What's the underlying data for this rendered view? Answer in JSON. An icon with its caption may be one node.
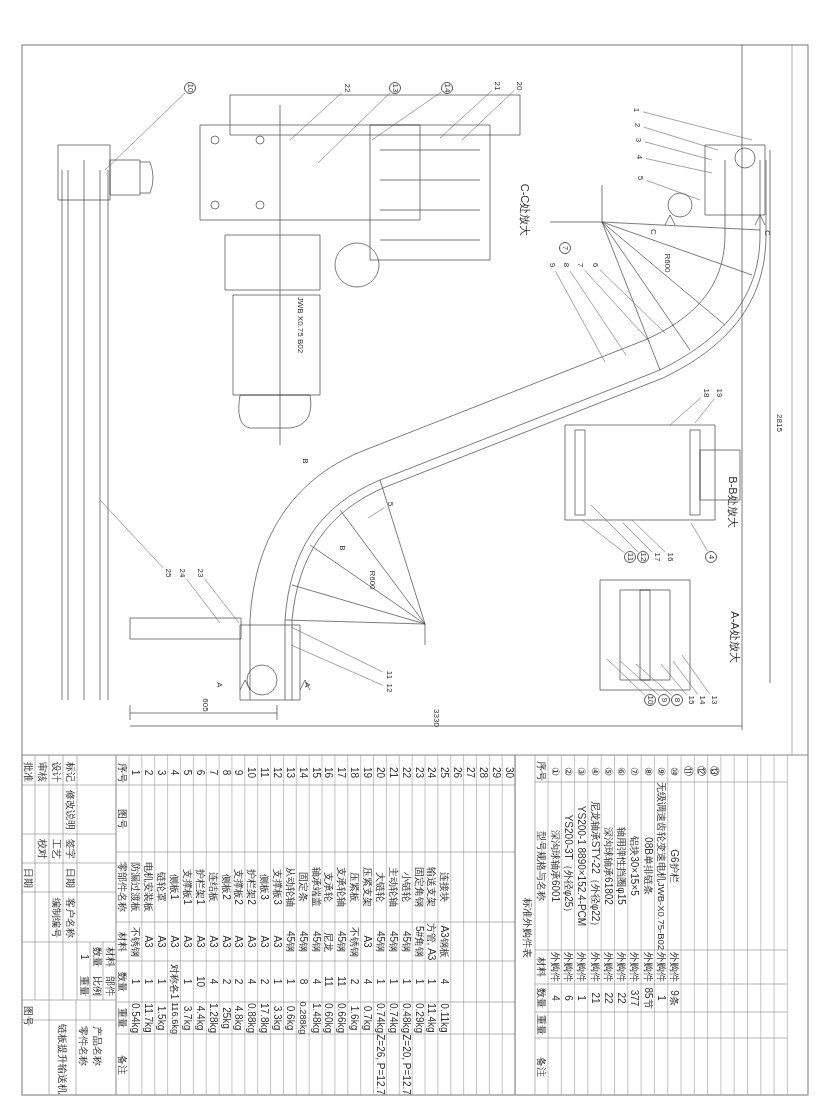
{
  "diagram": {
    "nodes": [
      {
        "text": [
          "10"
        ]
      },
      {
        "text": [
          "22"
        ]
      },
      {
        "text": [
          "13"
        ]
      },
      {
        "text": [
          "14"
        ]
      },
      {
        "text": [
          "21"
        ]
      },
      {
        "text": [
          "20"
        ]
      },
      {
        "text": [
          "1"
        ]
      },
      {
        "text": [
          "2"
        ]
      },
      {
        "text": [
          "3"
        ]
      },
      {
        "text": [
          "4"
        ]
      },
      {
        "text": [
          "5"
        ]
      },
      {
        "text": [
          "9"
        ]
      },
      {
        "text": [
          "8"
        ]
      },
      {
        "text": [
          "7"
        ]
      },
      {
        "text": [
          "6"
        ]
      },
      {
        "text": [
          "5"
        ]
      },
      {
        "text": [
          "25"
        ]
      },
      {
        "text": [
          "24"
        ]
      },
      {
        "text": [
          "23"
        ]
      },
      {
        "text": [
          "11"
        ]
      },
      {
        "text": [
          "12"
        ]
      },
      {
        "text": [
          "18"
        ]
      },
      {
        "text": [
          "19"
        ]
      },
      {
        "text": [
          "11"
        ]
      },
      {
        "text": [
          "12"
        ]
      },
      {
        "text": [
          "17"
        ]
      },
      {
        "text": [
          "16"
        ]
      },
      {
        "text": [
          "4"
        ]
      },
      {
        "text": [
          "10"
        ]
      },
      {
        "text": [
          "9"
        ]
      },
      {
        "text": [
          "8"
        ]
      },
      {
        "text": [
          "15"
        ]
      },
      {
        "text": [
          "14"
        ]
      },
      {
        "text": [
          "13"
        ]
      },
      {
        "text": [
          "7"
        ]
      }
    ],
    "edges": [
      {
        "from": 0,
        "to": null,
        "arrow": "none"
      },
      {
        "from": 1,
        "to": null,
        "arrow": "none"
      },
      {
        "from": 2,
        "to": null,
        "arrow": "none"
      },
      {
        "from": 3,
        "to": null,
        "arrow": "none"
      },
      {
        "from": 4,
        "to": null,
        "arrow": "none"
      },
      {
        "from": 5,
        "to": null,
        "arrow": "none"
      },
      {
        "from": 6,
        "to": null,
        "arrow": "none"
      },
      {
        "from": 7,
        "to": null,
        "arrow": "none"
      },
      {
        "from": 8,
        "to": null,
        "arrow": "none"
      },
      {
        "from": 9,
        "to": null,
        "arrow": "none"
      },
      {
        "from": 10,
        "to": null,
        "arrow": "none"
      },
      {
        "from": 11,
        "to": null,
        "arrow": "none"
      },
      {
        "from": 12,
        "to": null,
        "arrow": "none"
      },
      {
        "from": 13,
        "to": null,
        "arrow": "none"
      },
      {
        "from": 14,
        "to": null,
        "arrow": "none"
      },
      {
        "from": 15,
        "to": null,
        "arrow": "none"
      },
      {
        "from": 16,
        "to": null,
        "arrow": "none"
      },
      {
        "from": 17,
        "to": null,
        "arrow": "none"
      },
      {
        "from": 18,
        "to": null,
        "arrow": "none"
      },
      {
        "from": 19,
        "to": null,
        "arrow": "none"
      },
      {
        "from": 20,
        "to": null,
        "arrow": "none"
      },
      {
        "from": 21,
        "to": null,
        "arrow": "none"
      },
      {
        "from": 22,
        "to": null,
        "arrow": "none"
      },
      {
        "from": 23,
        "to": null,
        "arrow": "none"
      },
      {
        "from": 24,
        "to": null,
        "arrow": "none"
      },
      {
        "from": 25,
        "to": null,
        "arrow": "none"
      },
      {
        "from": 26,
        "to": null,
        "arrow": "none"
      },
      {
        "from": 27,
        "to": null,
        "arrow": "none"
      },
      {
        "from": 28,
        "to": null,
        "arrow": "none"
      },
      {
        "from": 29,
        "to": null,
        "arrow": "none"
      },
      {
        "from": 30,
        "to": null,
        "arrow": "none"
      },
      {
        "from": 31,
        "to": null,
        "arrow": "none"
      },
      {
        "from": 32,
        "to": null,
        "arrow": "none"
      },
      {
        "from": 33,
        "to": null,
        "arrow": "none"
      }
    ],
    "labels": [
      "C-C处放大",
      "B-B处放大",
      "A-A处放大",
      "JWB X0.75 B02",
      "R600",
      "R600",
      "605",
      "3330",
      "2815",
      "C",
      "C",
      "B",
      "B",
      "A",
      "A",
      "标准外购件表",
      "序号",
      "型号规格与名称",
      "材料",
      "数量",
      "重量",
      "备注",
      "①",
      "深沟球轴承6001",
      "外购件",
      "4",
      "②",
      "YS200-3T（外径φ25）",
      "外购件",
      "6",
      "③",
      "YS200-1 8890×152.4-PCM",
      "外购件",
      "1",
      "④",
      "尼龙轴承STY-22（外径φ22）",
      "外购件",
      "21",
      "⑤",
      "深沟球轴承61802",
      "外购件",
      "22",
      "⑥",
      "轴用弹性挡圈φ15",
      "外购件",
      "22",
      "⑦",
      "铝块30×15×5",
      "外购件",
      "377",
      "⑧",
      "08B单排链条",
      "外购件",
      "85节",
      "⑨",
      "无级调速齿轮变速电机JWB-X0.75-B02",
      "外购件",
      "1",
      "⑩",
      "G6护栏",
      "外购件",
      "9条",
      "⑪",
      "⑫",
      "⑬",
      "序号",
      "图号",
      "零部件名称",
      "材料",
      "数量",
      "重量",
      "备注",
      "1",
      "防漏过渡板",
      "不锈钢",
      "1",
      "0.54kg",
      "2",
      "电机安装板",
      "A3",
      "1",
      "11.7kg",
      "3",
      "链轮罩",
      "A3",
      "1",
      "1.5kg",
      "4",
      "侧板1",
      "A3",
      "对称各1",
      "116.6kg",
      "5",
      "支撑板1",
      "A3",
      "1",
      "3.7kg",
      "6",
      "护栏架1",
      "A3",
      "10",
      "4.4kg",
      "7",
      "连结板",
      "A3",
      "4",
      "1.28kg",
      "8",
      "侧板2",
      "A3",
      "2",
      "25kg",
      "9",
      "支撑板2",
      "A3",
      "2",
      "4.8kg",
      "10",
      "护栏架2",
      "A3",
      "4",
      "0.88kg",
      "11",
      "侧板3",
      "A3",
      "2",
      "17.8kg",
      "12",
      "支撑板3",
      "A3",
      "1",
      "3.3kg",
      "13",
      "从动轮轴",
      "45钢",
      "1",
      "0.6kg",
      "14",
      "固定条",
      "45钢",
      "8",
      "0.288kg",
      "15",
      "轴承端盖",
      "45钢",
      "4",
      "1.48kg",
      "16",
      "支承轮",
      "尼龙",
      "11",
      "0.60kg",
      "17",
      "支承轮轴",
      "45钢",
      "11",
      "0.66kg",
      "18",
      "压紧板",
      "不锈钢",
      "2",
      "1.6kg",
      "19",
      "压紧支架",
      "A3",
      "4",
      "0.7kg",
      "20",
      "大链轮",
      "45钢",
      "1",
      "0.74kg",
      "Z=26, P=12.7",
      "21",
      "主动轮轴",
      "45钢",
      "1",
      "0.74kg",
      "22",
      "小链轮",
      "45钢",
      "1",
      "0.48kg",
      "Z=20, P=12.7",
      "23",
      "固定角钢",
      "5#角钢",
      "1",
      "0.29kg",
      "24",
      "输送支架",
      "方管, A3",
      "1",
      "11.4kg",
      "25",
      "连接块",
      "A3钢板",
      "4",
      "0.11kg",
      "26",
      "27",
      "28",
      "29",
      "30",
      "批准",
      "审核",
      "设计",
      "标记",
      "修改说明",
      "校对",
      "工艺",
      "签字",
      "日期",
      "日期",
      "编制编号",
      "客户名称",
      "1",
      "数量",
      "材料",
      "重量",
      "比例",
      "部件",
      "图号",
      "链板提升输送机",
      "零件名称",
      "产品名称"
    ]
  }
}
